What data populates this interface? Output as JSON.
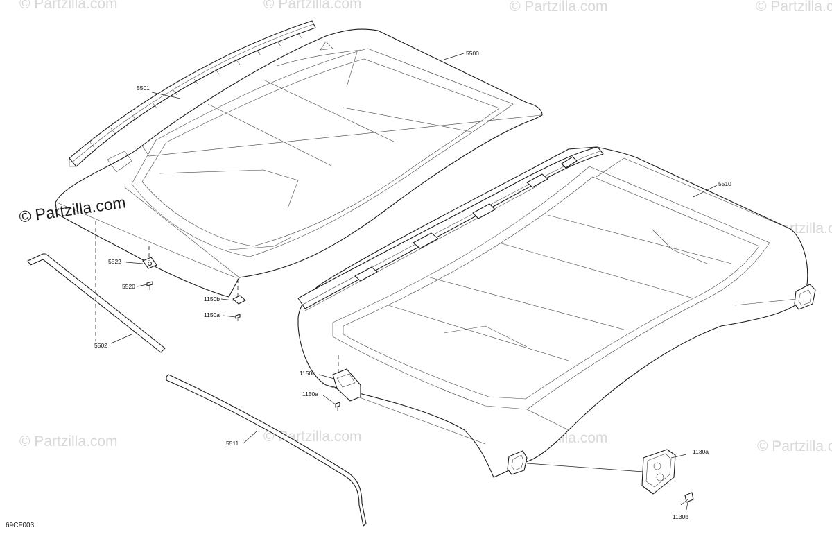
{
  "watermarks": {
    "main": "© Partzilla.com",
    "faint": "© Partzilla.com"
  },
  "diagram_code": "69CF003",
  "callouts": [
    {
      "id": "5500"
    },
    {
      "id": "5501"
    },
    {
      "id": "5502"
    },
    {
      "id": "5510"
    },
    {
      "id": "5511"
    },
    {
      "id": "5520"
    },
    {
      "id": "5522"
    },
    {
      "id": "1150a"
    },
    {
      "id": "1150b"
    },
    {
      "id": "1150c"
    },
    {
      "id": "1130a"
    },
    {
      "id": "1130b"
    }
  ]
}
